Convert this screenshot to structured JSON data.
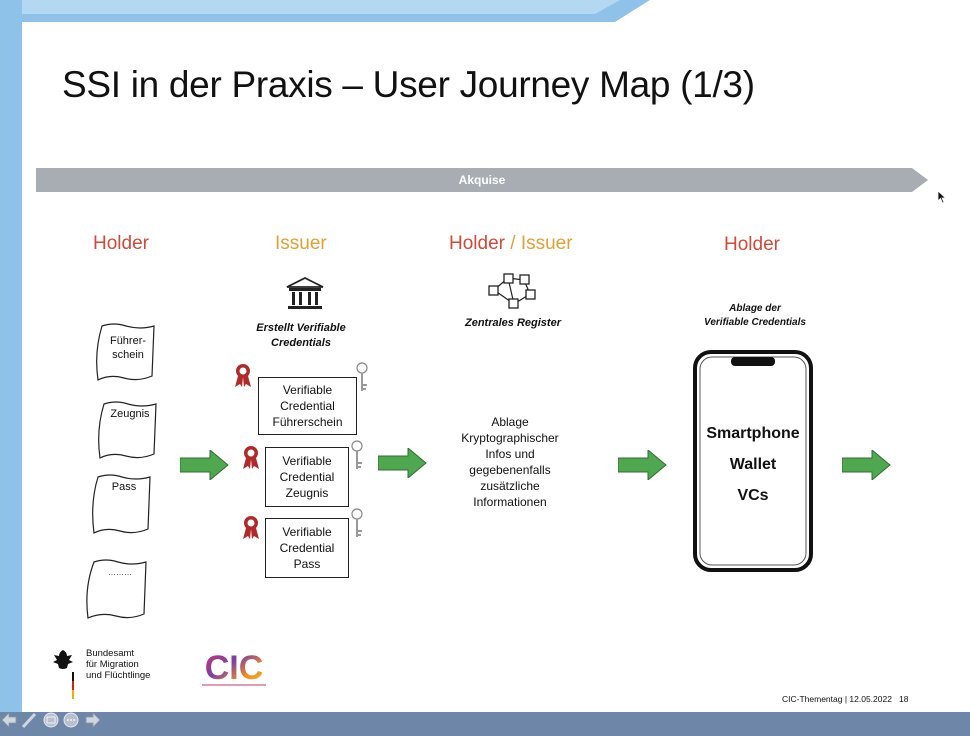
{
  "slide": {
    "title": "SSI in der Praxis – User Journey Map (1/3)",
    "phase_label": "Akquise"
  },
  "roles": {
    "holder_left": "Holder",
    "issuer": "Issuer",
    "holder_mid": "Holder",
    "separator": " / ",
    "issuer_mid": "Issuer",
    "holder_right": "Holder"
  },
  "documents": {
    "fuehrerschein_line1": "Führer-",
    "fuehrerschein_line2": "schein",
    "zeugnis": "Zeugnis",
    "pass": "Pass",
    "placeholder": "………"
  },
  "issuer": {
    "caption_line1": "Erstellt Verifiable",
    "caption_line2": "Credentials",
    "credentials": [
      {
        "line1": "Verifiable",
        "line2": "Credential",
        "line3": "Führerschein"
      },
      {
        "line1": "Verifiable",
        "line2": "Credential",
        "line3": "Zeugnis"
      },
      {
        "line1": "Verifiable",
        "line2": "Credential",
        "line3": "Pass"
      }
    ]
  },
  "register": {
    "caption": "Zentrales Register",
    "lines": [
      "Ablage",
      "Kryptographischer",
      "Infos und",
      "gegebenenfalls",
      "zusätzliche",
      "Informationen"
    ]
  },
  "wallet": {
    "caption_line1": "Ablage der",
    "caption_line2": "Verifiable Credentials",
    "line1": "Smartphone",
    "line2": "Wallet",
    "line3": "VCs"
  },
  "logos": {
    "bamf_line1": "Bundesamt",
    "bamf_line2": "für Migration",
    "bamf_line3": "und Flüchtlinge",
    "cic": "CIC"
  },
  "footer": {
    "event": "CIC-Thementag",
    "separator": " | ",
    "date": "12.05.2022",
    "page": "18"
  },
  "colors": {
    "holder_red": "#d04a3a",
    "issuer_orange": "#e2a036",
    "arrow_green": "#4fa84f",
    "phase_bar": "#a7adb3",
    "accent_blue": "#8fc2e8"
  }
}
